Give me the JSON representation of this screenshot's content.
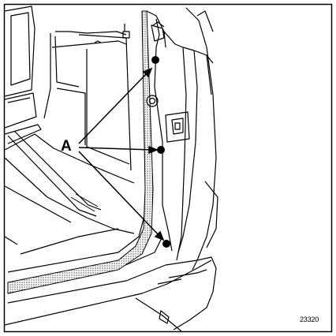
{
  "diagram": {
    "callout_label": "A",
    "figure_number": "23320",
    "colors": {
      "line": "#000000",
      "background": "#ffffff",
      "seal_fill": "#d9d9d9"
    },
    "callout_points_count": 3
  }
}
